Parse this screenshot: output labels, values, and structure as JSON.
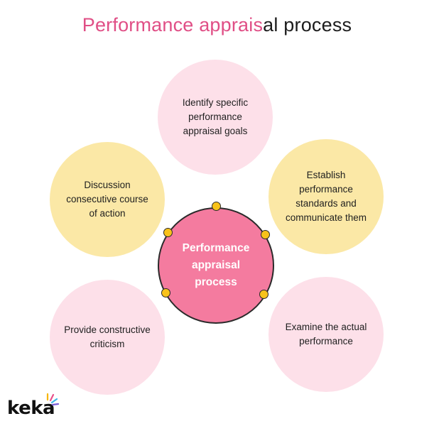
{
  "title": {
    "accent": "Performance apprais",
    "rest": "al process"
  },
  "center": {
    "label": "Performance appraisal process"
  },
  "steps": [
    {
      "label": "Identify specific performance appraisal goals",
      "color": "#fde0e9"
    },
    {
      "label": "Establish performance standards and communicate them",
      "color": "#fbe8a6"
    },
    {
      "label": "Examine the actual performance",
      "color": "#fde0e9"
    },
    {
      "label": "Provide constructive criticism",
      "color": "#fde0e9"
    },
    {
      "label": "Discussion consecutive course of action",
      "color": "#fbe8a6"
    }
  ],
  "colors": {
    "accent": "#e04f86",
    "center_fill": "#f47b9f",
    "connector_dot": "#f8c21a"
  },
  "brand": {
    "logo": "keka"
  }
}
